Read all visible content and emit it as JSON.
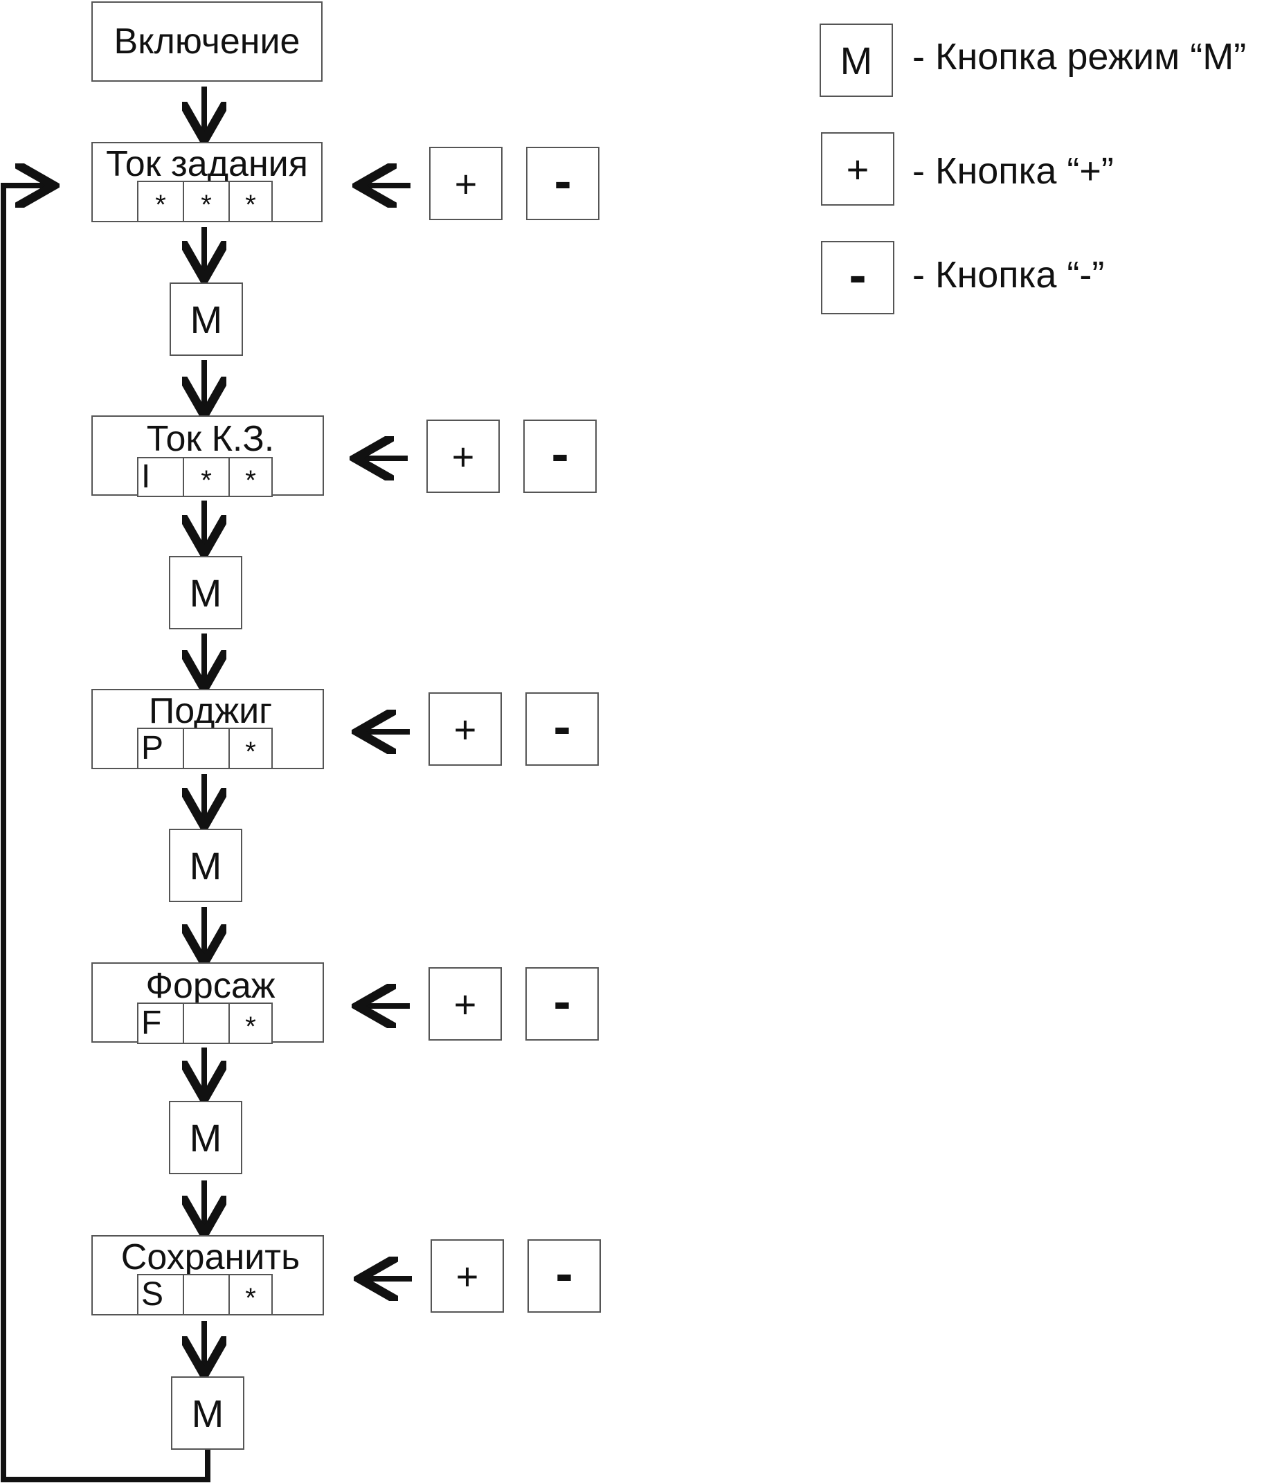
{
  "start": {
    "label": "Включение"
  },
  "menus": [
    {
      "title": "Ток задания",
      "cells": [
        "*",
        "*",
        "*"
      ]
    },
    {
      "title": "Ток К.З.",
      "cells": [
        "I",
        "*",
        "*"
      ]
    },
    {
      "title": "Поджиг",
      "cells": [
        "P",
        "",
        "*"
      ]
    },
    {
      "title": "Форсаж",
      "cells": [
        "F",
        "",
        "*"
      ]
    },
    {
      "title": "Сохранить",
      "cells": [
        "S",
        "",
        "*"
      ]
    }
  ],
  "buttons": {
    "mode": "M",
    "plus": "+",
    "minus": "-"
  },
  "legend": [
    {
      "key": "M",
      "text": "- Кнопка режим “M”"
    },
    {
      "key": "+",
      "text": "- Кнопка “+”"
    },
    {
      "key": "-",
      "text": "- Кнопка “-”"
    }
  ]
}
